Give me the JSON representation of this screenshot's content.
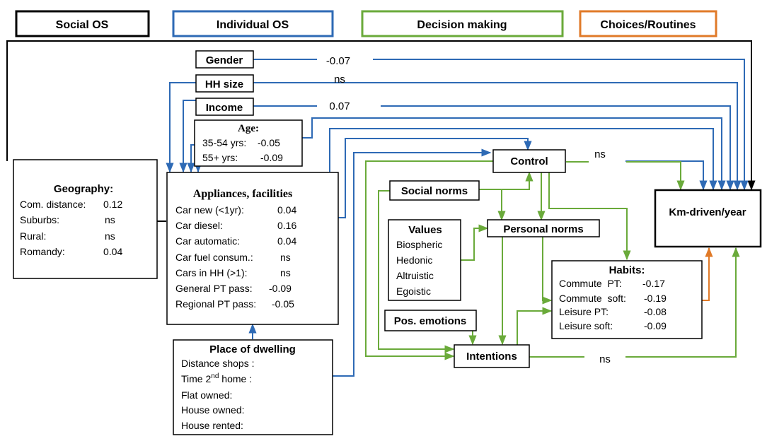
{
  "headers": {
    "social_os": "Social OS",
    "individual_os": "Individual OS",
    "decision_making": "Decision making",
    "choices_routines": "Choices/Routines"
  },
  "colors": {
    "black": "#000000",
    "blue": "#2e6ab5",
    "green": "#6aaa3a",
    "orange": "#e07a28"
  },
  "boxes": {
    "gender": "Gender",
    "hh_size": "HH size",
    "income": "Income",
    "age": {
      "title": "Age:",
      "rows": [
        {
          "label": "35-54 yrs:",
          "value": "-0.05"
        },
        {
          "label": "55+ yrs:",
          "value": "-0.09"
        }
      ]
    },
    "geography": {
      "title": "Geography:",
      "rows": [
        {
          "label": "Com. distance:",
          "value": "0.12"
        },
        {
          "label": "Suburbs:",
          "value": "ns"
        },
        {
          "label": "Rural:",
          "value": "ns"
        },
        {
          "label": "Romandy:",
          "value": "0.04"
        }
      ]
    },
    "appliances": {
      "title": "Appliances, facilities",
      "rows": [
        {
          "label": "Car new (<1yr):",
          "value": "0.04"
        },
        {
          "label": "Car diesel:",
          "value": "0.16"
        },
        {
          "label": "Car automatic:",
          "value": "0.04"
        },
        {
          "label": "Car fuel consum.:",
          "value": "ns"
        },
        {
          "label": "Cars in HH (>1):",
          "value": "ns"
        },
        {
          "label": "General PT pass:",
          "value": "-0.09"
        },
        {
          "label": "Regional PT pass:",
          "value": "-0.05"
        }
      ]
    },
    "dwelling": {
      "title": "Place of dwelling",
      "rows": [
        "Distance shops :",
        "Time 2",
        "Flat owned:",
        "House owned:",
        "House rented:"
      ],
      "time_sup": "nd",
      "time_rest": " home :"
    },
    "control": "Control",
    "social_norms": "Social norms",
    "values": {
      "title": "Values",
      "items": [
        "Biospheric",
        "Hedonic",
        "Altruistic",
        "Egoistic"
      ]
    },
    "personal_norms": "Personal norms",
    "pos_emotions": "Pos. emotions",
    "intentions": "Intentions",
    "habits": {
      "title": "Habits:",
      "rows": [
        {
          "label": "Commute  PT:",
          "value": "-0.17"
        },
        {
          "label": "Commute  soft:",
          "value": "-0.19"
        },
        {
          "label": "Leisure PT:",
          "value": "-0.08"
        },
        {
          "label": "Leisure soft:",
          "value": "-0.09"
        }
      ]
    },
    "km": "Km-driven/year"
  },
  "edge_labels": {
    "gender": "-0.07",
    "hh_size": "ns",
    "income": "0.07",
    "control": "ns",
    "intentions": "ns"
  }
}
